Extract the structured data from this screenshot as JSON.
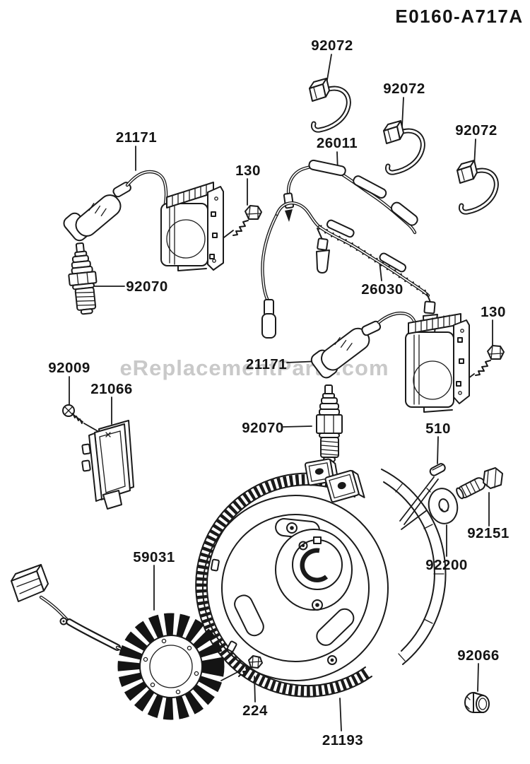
{
  "diagram": {
    "title": "E0160-A717A",
    "watermark": "eReplacementParts.com",
    "labels": [
      {
        "text": "92072"
      },
      {
        "text": "92072"
      },
      {
        "text": "92072"
      },
      {
        "text": "21171"
      },
      {
        "text": "130"
      },
      {
        "text": "26011"
      },
      {
        "text": "26030"
      },
      {
        "text": "92070"
      },
      {
        "text": "130"
      },
      {
        "text": "21171"
      },
      {
        "text": "92009"
      },
      {
        "text": "21066"
      },
      {
        "text": "92070"
      },
      {
        "text": "510"
      },
      {
        "text": "92151"
      },
      {
        "text": "92200"
      },
      {
        "text": "59031"
      },
      {
        "text": "92066"
      },
      {
        "text": "224"
      },
      {
        "text": "21193"
      }
    ]
  }
}
